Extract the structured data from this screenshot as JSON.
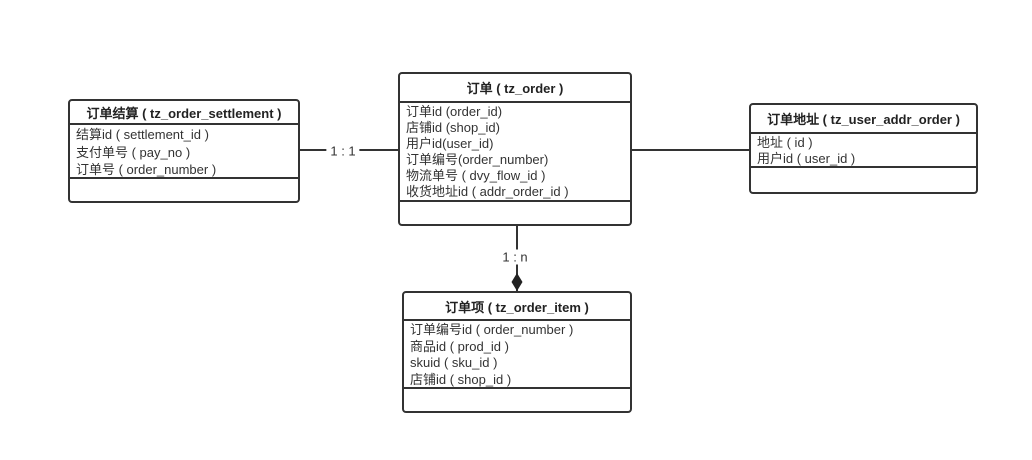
{
  "diagram": {
    "background": "#ffffff",
    "line_color": "#333333",
    "text_color": "#333333"
  },
  "entities": [
    {
      "title": "订单结算 ( tz_order_settlement )",
      "fields": [
        "结算id ( settlement_id )",
        "支付单号 ( pay_no )",
        "订单号 ( order_number )"
      ]
    },
    {
      "title": "订单 ( tz_order )",
      "fields": [
        "订单id (order_id)",
        "店铺id (shop_id)",
        "用户id(user_id)",
        "订单编号(order_number)",
        "物流单号 ( dvy_flow_id )",
        "收货地址id ( addr_order_id )"
      ]
    },
    {
      "title": "订单地址 ( tz_user_addr_order )",
      "fields": [
        "地址 ( id )",
        "用户id ( user_id )"
      ]
    },
    {
      "title": "订单项 ( tz_order_item )",
      "fields": [
        "订单编号id ( order_number )",
        "商品id ( prod_id )",
        "skuid ( sku_id )",
        "店铺id ( shop_id )"
      ]
    }
  ],
  "relations": [
    {
      "from": "订单结算 ( tz_order_settlement )",
      "to": "订单 ( tz_order )",
      "label": "1 : 1"
    },
    {
      "from": "订单 ( tz_order )",
      "to": "订单地址 ( tz_user_addr_order )",
      "label": ""
    },
    {
      "from": "订单 ( tz_order )",
      "to": "订单项 ( tz_order_item )",
      "label": "1 : n",
      "arrowhead": "filled-diamond"
    }
  ]
}
